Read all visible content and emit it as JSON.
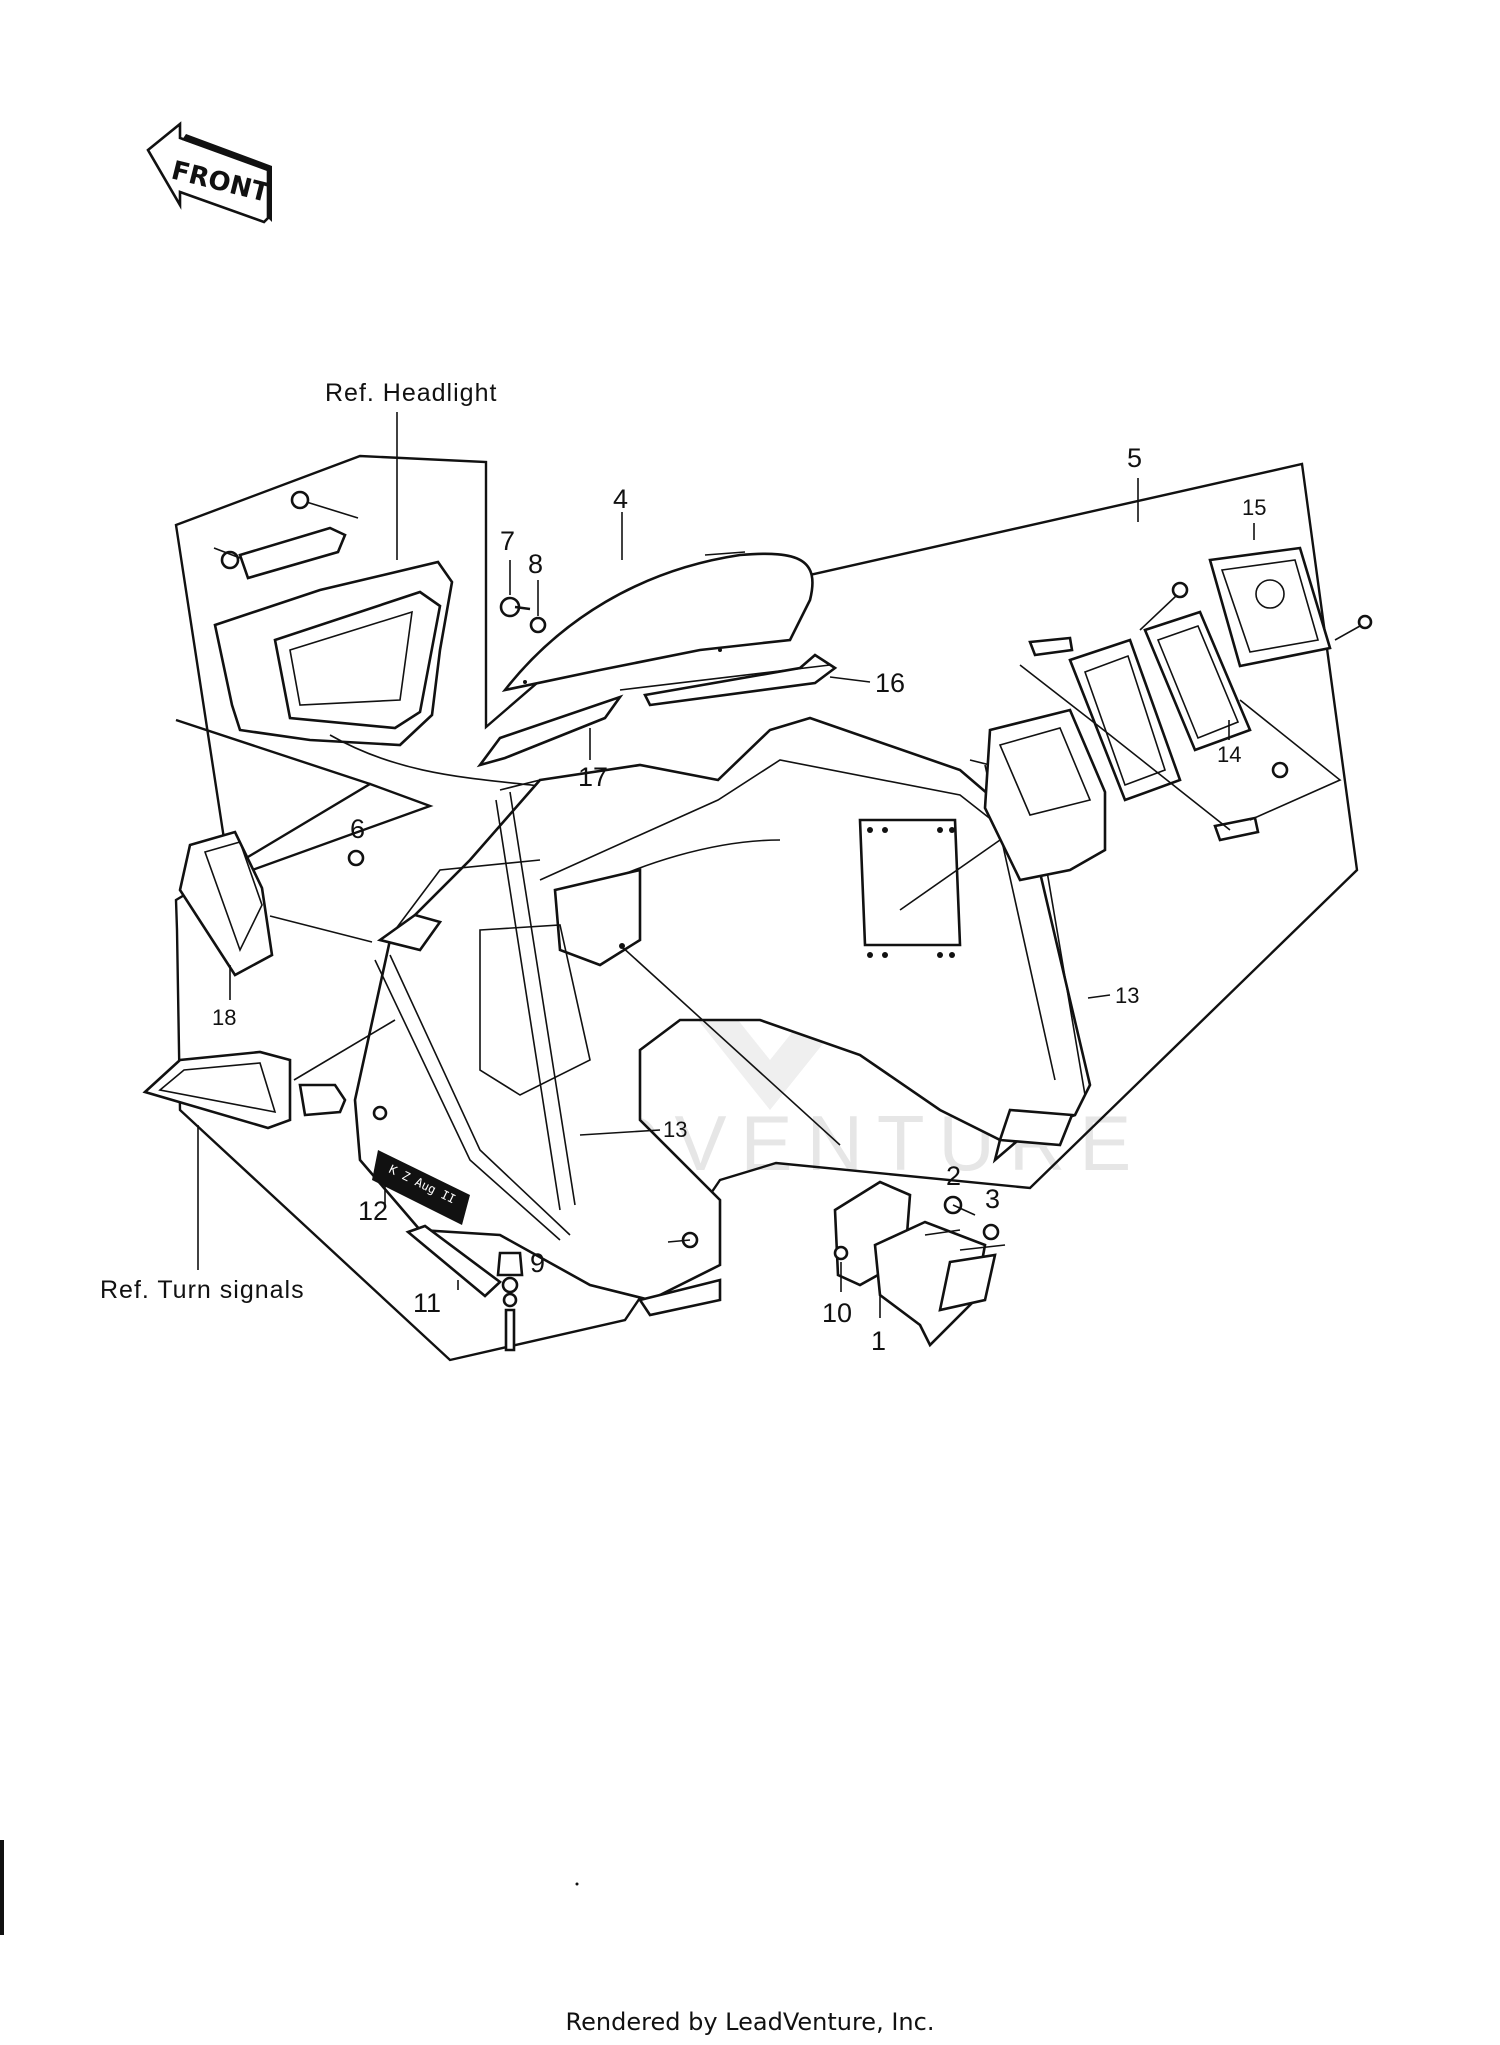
{
  "orientation_marker": "FRONT",
  "references": {
    "headlight": "Ref. Headlight",
    "turn_signals": "Ref. Turn signals"
  },
  "callouts": [
    "1",
    "2",
    "3",
    "4",
    "5",
    "6",
    "7",
    "8",
    "9",
    "10",
    "11",
    "12",
    "13",
    "13",
    "14",
    "15",
    "16",
    "17",
    "18"
  ],
  "credit": "Rendered by LeadVenture, Inc.",
  "watermark": "LEADVENTURE"
}
